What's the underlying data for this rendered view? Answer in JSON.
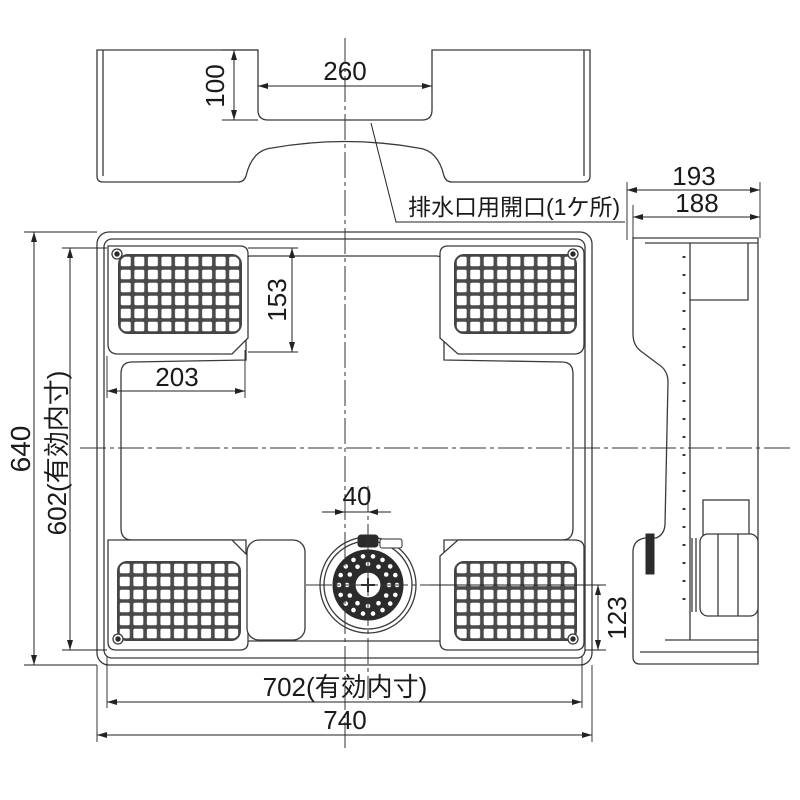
{
  "elevation": {
    "recess_width": "260",
    "recess_depth": "100",
    "drain_note": "排水口用開口(1ケ所)"
  },
  "side": {
    "overall_depth": "193",
    "inner_depth": "188"
  },
  "plan": {
    "leg_depth": "153",
    "leg_width": "203",
    "overall_length": "640",
    "inner_length": "602(有効内寸)",
    "drain_offset_x": "40",
    "drain_offset_y": "123",
    "inner_width": "702(有効内寸)",
    "overall_width": "740"
  }
}
